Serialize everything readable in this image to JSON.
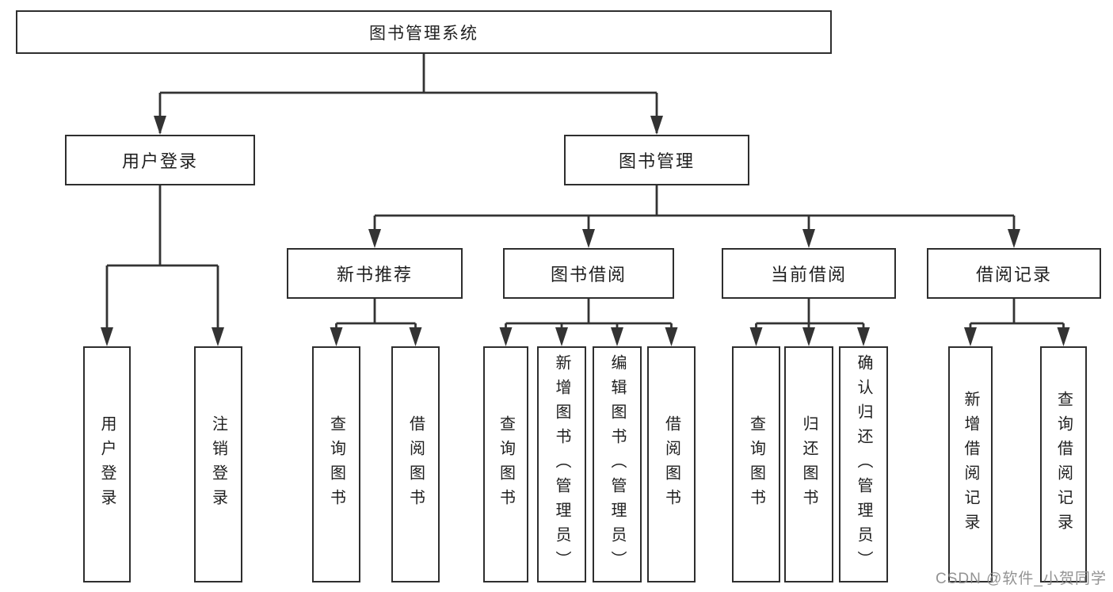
{
  "diagram": {
    "root": {
      "label": "图书管理系统"
    },
    "level1": {
      "user_login": {
        "label": "用户登录"
      },
      "book_management": {
        "label": "图书管理"
      }
    },
    "level2": {
      "new_book_recommend": {
        "label": "新书推荐"
      },
      "book_borrow": {
        "label": "图书借阅"
      },
      "current_borrow": {
        "label": "当前借阅"
      },
      "borrow_records": {
        "label": "借阅记录"
      }
    },
    "leaves": {
      "user_login": [
        "用户登录",
        "注销登录"
      ],
      "new_book_recommend": [
        "查询图书",
        "借阅图书"
      ],
      "book_borrow": [
        "查询图书",
        "新增图书（管理员）",
        "编辑图书（管理员）",
        "借阅图书"
      ],
      "current_borrow": [
        "查询图书",
        "归还图书",
        "确认归还（管理员）"
      ],
      "borrow_records": [
        "新增借阅记录",
        "查询借阅记录"
      ]
    }
  },
  "watermark": {
    "text": "CSDN @软件_小贺同学"
  },
  "colors": {
    "line": "#333333",
    "box_border": "#2e2e2e",
    "text": "#1f1f1f",
    "watermark": "#8a8a8a",
    "background": "#ffffff"
  }
}
